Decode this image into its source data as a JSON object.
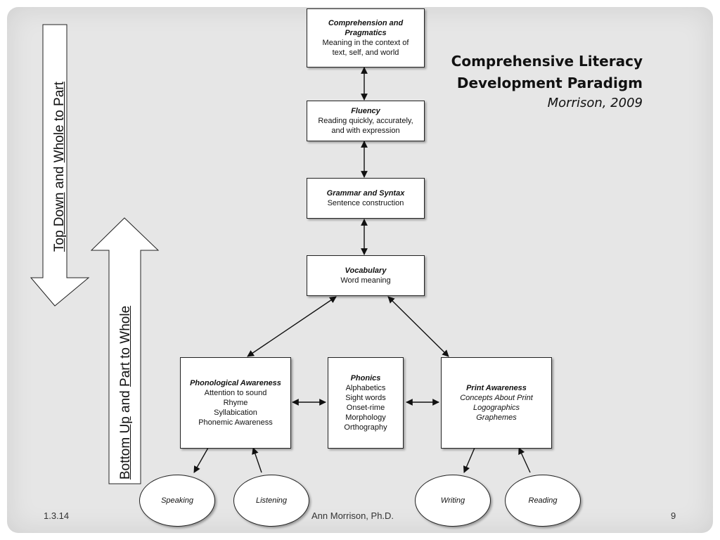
{
  "title": {
    "line1": "Comprehensive Literacy",
    "line2": "Development Paradigm",
    "author": "Morrison, 2009"
  },
  "top_down_label": {
    "part1": "Top Down",
    "part2": " and ",
    "part3": "Whole to Part"
  },
  "bottom_up_label": {
    "part1": "Bottom Up",
    "part2": " and ",
    "part3": "Part to Whole"
  },
  "boxes": {
    "comprehension": {
      "title": "Comprehension and Pragmatics",
      "line1": "Meaning in the context of",
      "line2": "text, self, and world"
    },
    "fluency": {
      "title": "Fluency",
      "line1": "Reading quickly, accurately,",
      "line2": "and with expression"
    },
    "grammar": {
      "title": "Grammar and Syntax",
      "line1": "Sentence construction"
    },
    "vocabulary": {
      "title": "Vocabulary",
      "line1": "Word meaning"
    },
    "phonological": {
      "title": "Phonological Awareness",
      "lines": [
        "Attention to sound",
        "Rhyme",
        "Syllabication",
        "Phonemic Awareness"
      ]
    },
    "phonics": {
      "title": "Phonics",
      "lines": [
        "Alphabetics",
        "Sight words",
        "Onset-rime",
        "Morphology",
        "Orthography"
      ]
    },
    "print": {
      "title": "Print Awareness",
      "lines": [
        "Concepts About Print",
        "Logographics",
        "Graphemes"
      ]
    }
  },
  "ellipses": [
    "Speaking",
    "Listening",
    "Writing",
    "Reading"
  ],
  "footer": {
    "date": "1.3.14",
    "author": "Ann Morrison, Ph.D.",
    "page": "9"
  }
}
